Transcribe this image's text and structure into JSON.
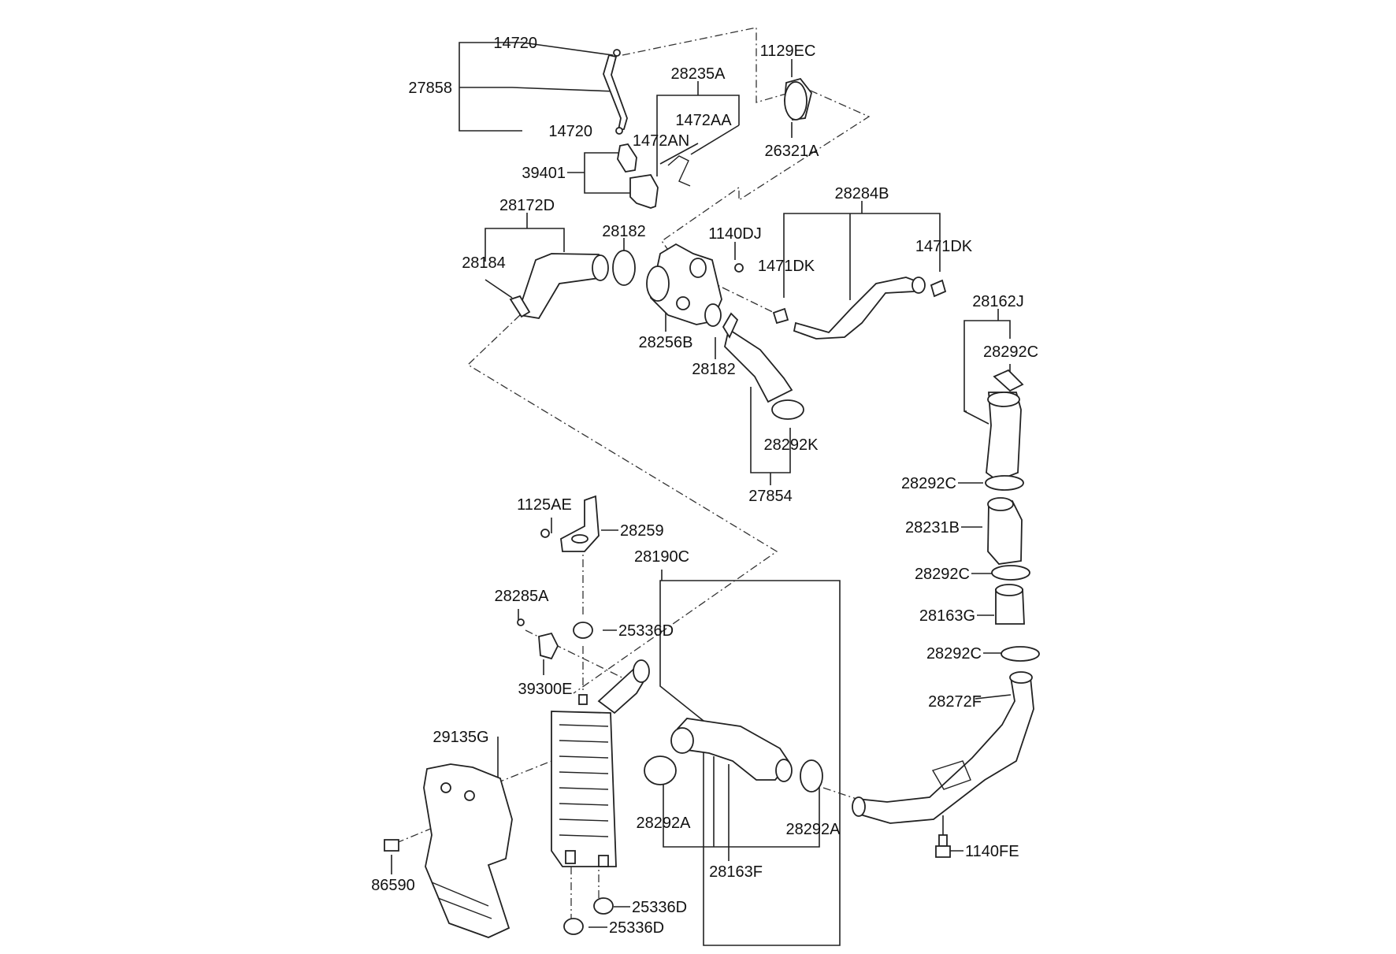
{
  "diagram": {
    "labels": [
      {
        "id": "l1",
        "text": "14720"
      },
      {
        "id": "l2",
        "text": "27858"
      },
      {
        "id": "l3",
        "text": "14720"
      },
      {
        "id": "l4",
        "text": "28235A"
      },
      {
        "id": "l5",
        "text": "1472AA"
      },
      {
        "id": "l6",
        "text": "1472AN"
      },
      {
        "id": "l7",
        "text": "1129EC"
      },
      {
        "id": "l8",
        "text": "26321A"
      },
      {
        "id": "l9",
        "text": "39401"
      },
      {
        "id": "l10",
        "text": "28172D"
      },
      {
        "id": "l11",
        "text": "28184"
      },
      {
        "id": "l12",
        "text": "28182"
      },
      {
        "id": "l13",
        "text": "1140DJ"
      },
      {
        "id": "l14",
        "text": "28284B"
      },
      {
        "id": "l15",
        "text": "1471DK"
      },
      {
        "id": "l16",
        "text": "1471DK"
      },
      {
        "id": "l17",
        "text": "28256B"
      },
      {
        "id": "l18",
        "text": "28182"
      },
      {
        "id": "l19",
        "text": "28162J"
      },
      {
        "id": "l20",
        "text": "28292C"
      },
      {
        "id": "l21",
        "text": "28292K"
      },
      {
        "id": "l22",
        "text": "27854"
      },
      {
        "id": "l23",
        "text": "28292C"
      },
      {
        "id": "l24",
        "text": "1125AE"
      },
      {
        "id": "l25",
        "text": "28259"
      },
      {
        "id": "l26",
        "text": "28231B"
      },
      {
        "id": "l27",
        "text": "28190C"
      },
      {
        "id": "l28",
        "text": "28292C"
      },
      {
        "id": "l29",
        "text": "28285A"
      },
      {
        "id": "l30",
        "text": "28163G"
      },
      {
        "id": "l31",
        "text": "25336D"
      },
      {
        "id": "l32",
        "text": "28292C"
      },
      {
        "id": "l33",
        "text": "39300E"
      },
      {
        "id": "l34",
        "text": "28272F"
      },
      {
        "id": "l35",
        "text": "29135G"
      },
      {
        "id": "l36",
        "text": "28292A"
      },
      {
        "id": "l37",
        "text": "28292A"
      },
      {
        "id": "l38",
        "text": "1140FE"
      },
      {
        "id": "l39",
        "text": "86590"
      },
      {
        "id": "l40",
        "text": "28163F"
      },
      {
        "id": "l41",
        "text": "25336D"
      },
      {
        "id": "l42",
        "text": "25336D"
      }
    ]
  }
}
